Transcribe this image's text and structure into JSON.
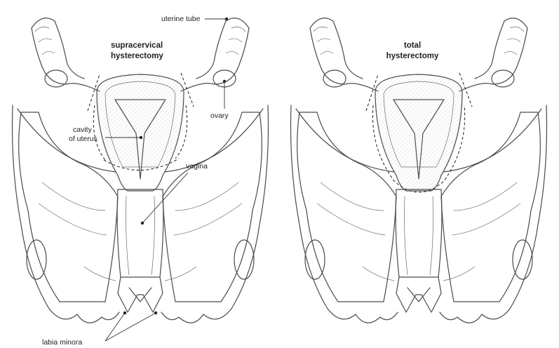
{
  "panels": [
    {
      "title_line1": "supracervical",
      "title_line2": "hysterectomy",
      "labels": {
        "uterine_tube": "uterine tube",
        "ovary": "ovary",
        "cavity_line1": "cavity",
        "cavity_line2": "of uterus",
        "vagina": "vagina",
        "labia_minora": "labia minora"
      }
    },
    {
      "title_line1": "total",
      "title_line2": "hysterectomy"
    }
  ],
  "colors": {
    "ink": "#4a4a4a",
    "tissue_fill": "#e9e9e9",
    "removed_fill": "#d6d6d6",
    "background": "#ffffff"
  }
}
